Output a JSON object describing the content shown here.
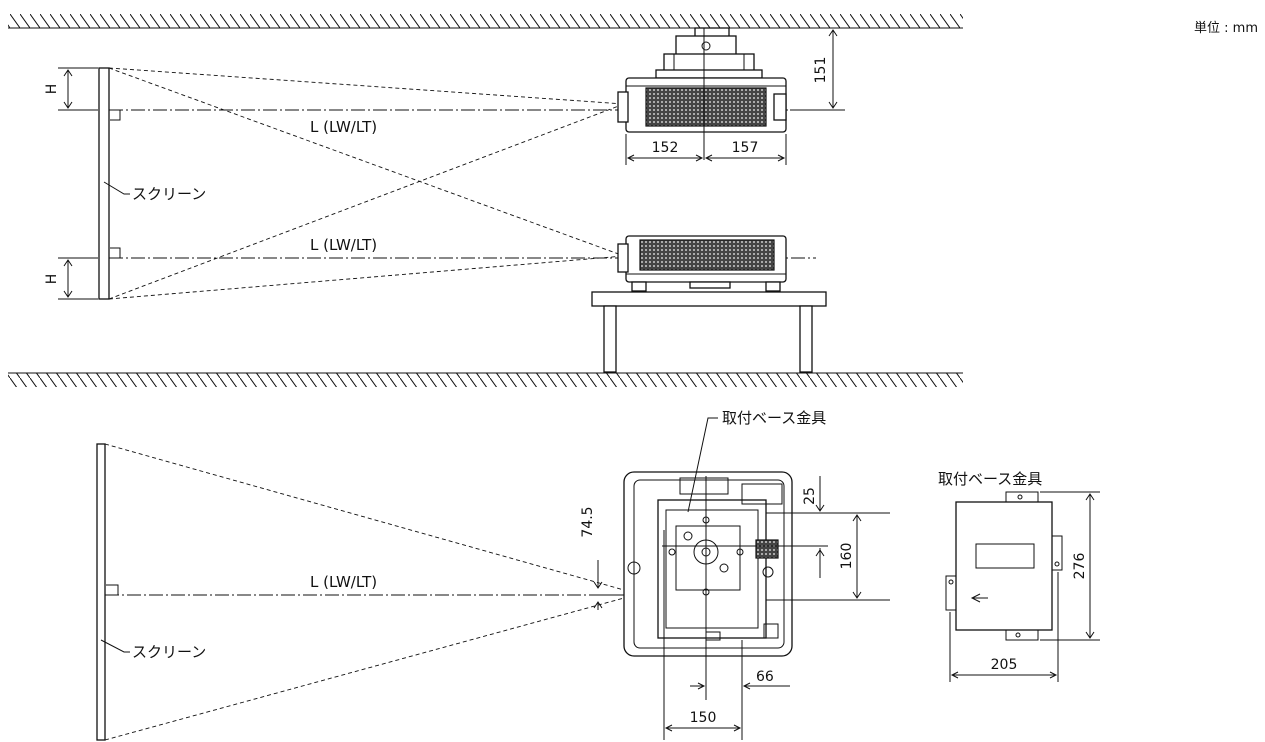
{
  "unit_label": "単位 : mm",
  "labels": {
    "screen_top": "スクリーン",
    "screen_bottom": "スクリーン",
    "throw_top": "L (LW/LT)",
    "throw_middle": "L (LW/LT)",
    "throw_bottom": "L (LW/LT)",
    "height_top": "H",
    "height_middle": "H",
    "mount_base_callout": "取付ベース金具",
    "mount_base_detail": "取付ベース金具"
  },
  "dimensions": {
    "ceiling_to_lens": "151",
    "lens_to_left_edge": "152",
    "lens_to_right_edge": "157",
    "lens_offset_bottom": "74.5",
    "mount_offset": "25",
    "mount_depth": "160",
    "mount_lateral_offset": "66",
    "mount_width": "150",
    "base_height": "276",
    "base_width": "205"
  }
}
